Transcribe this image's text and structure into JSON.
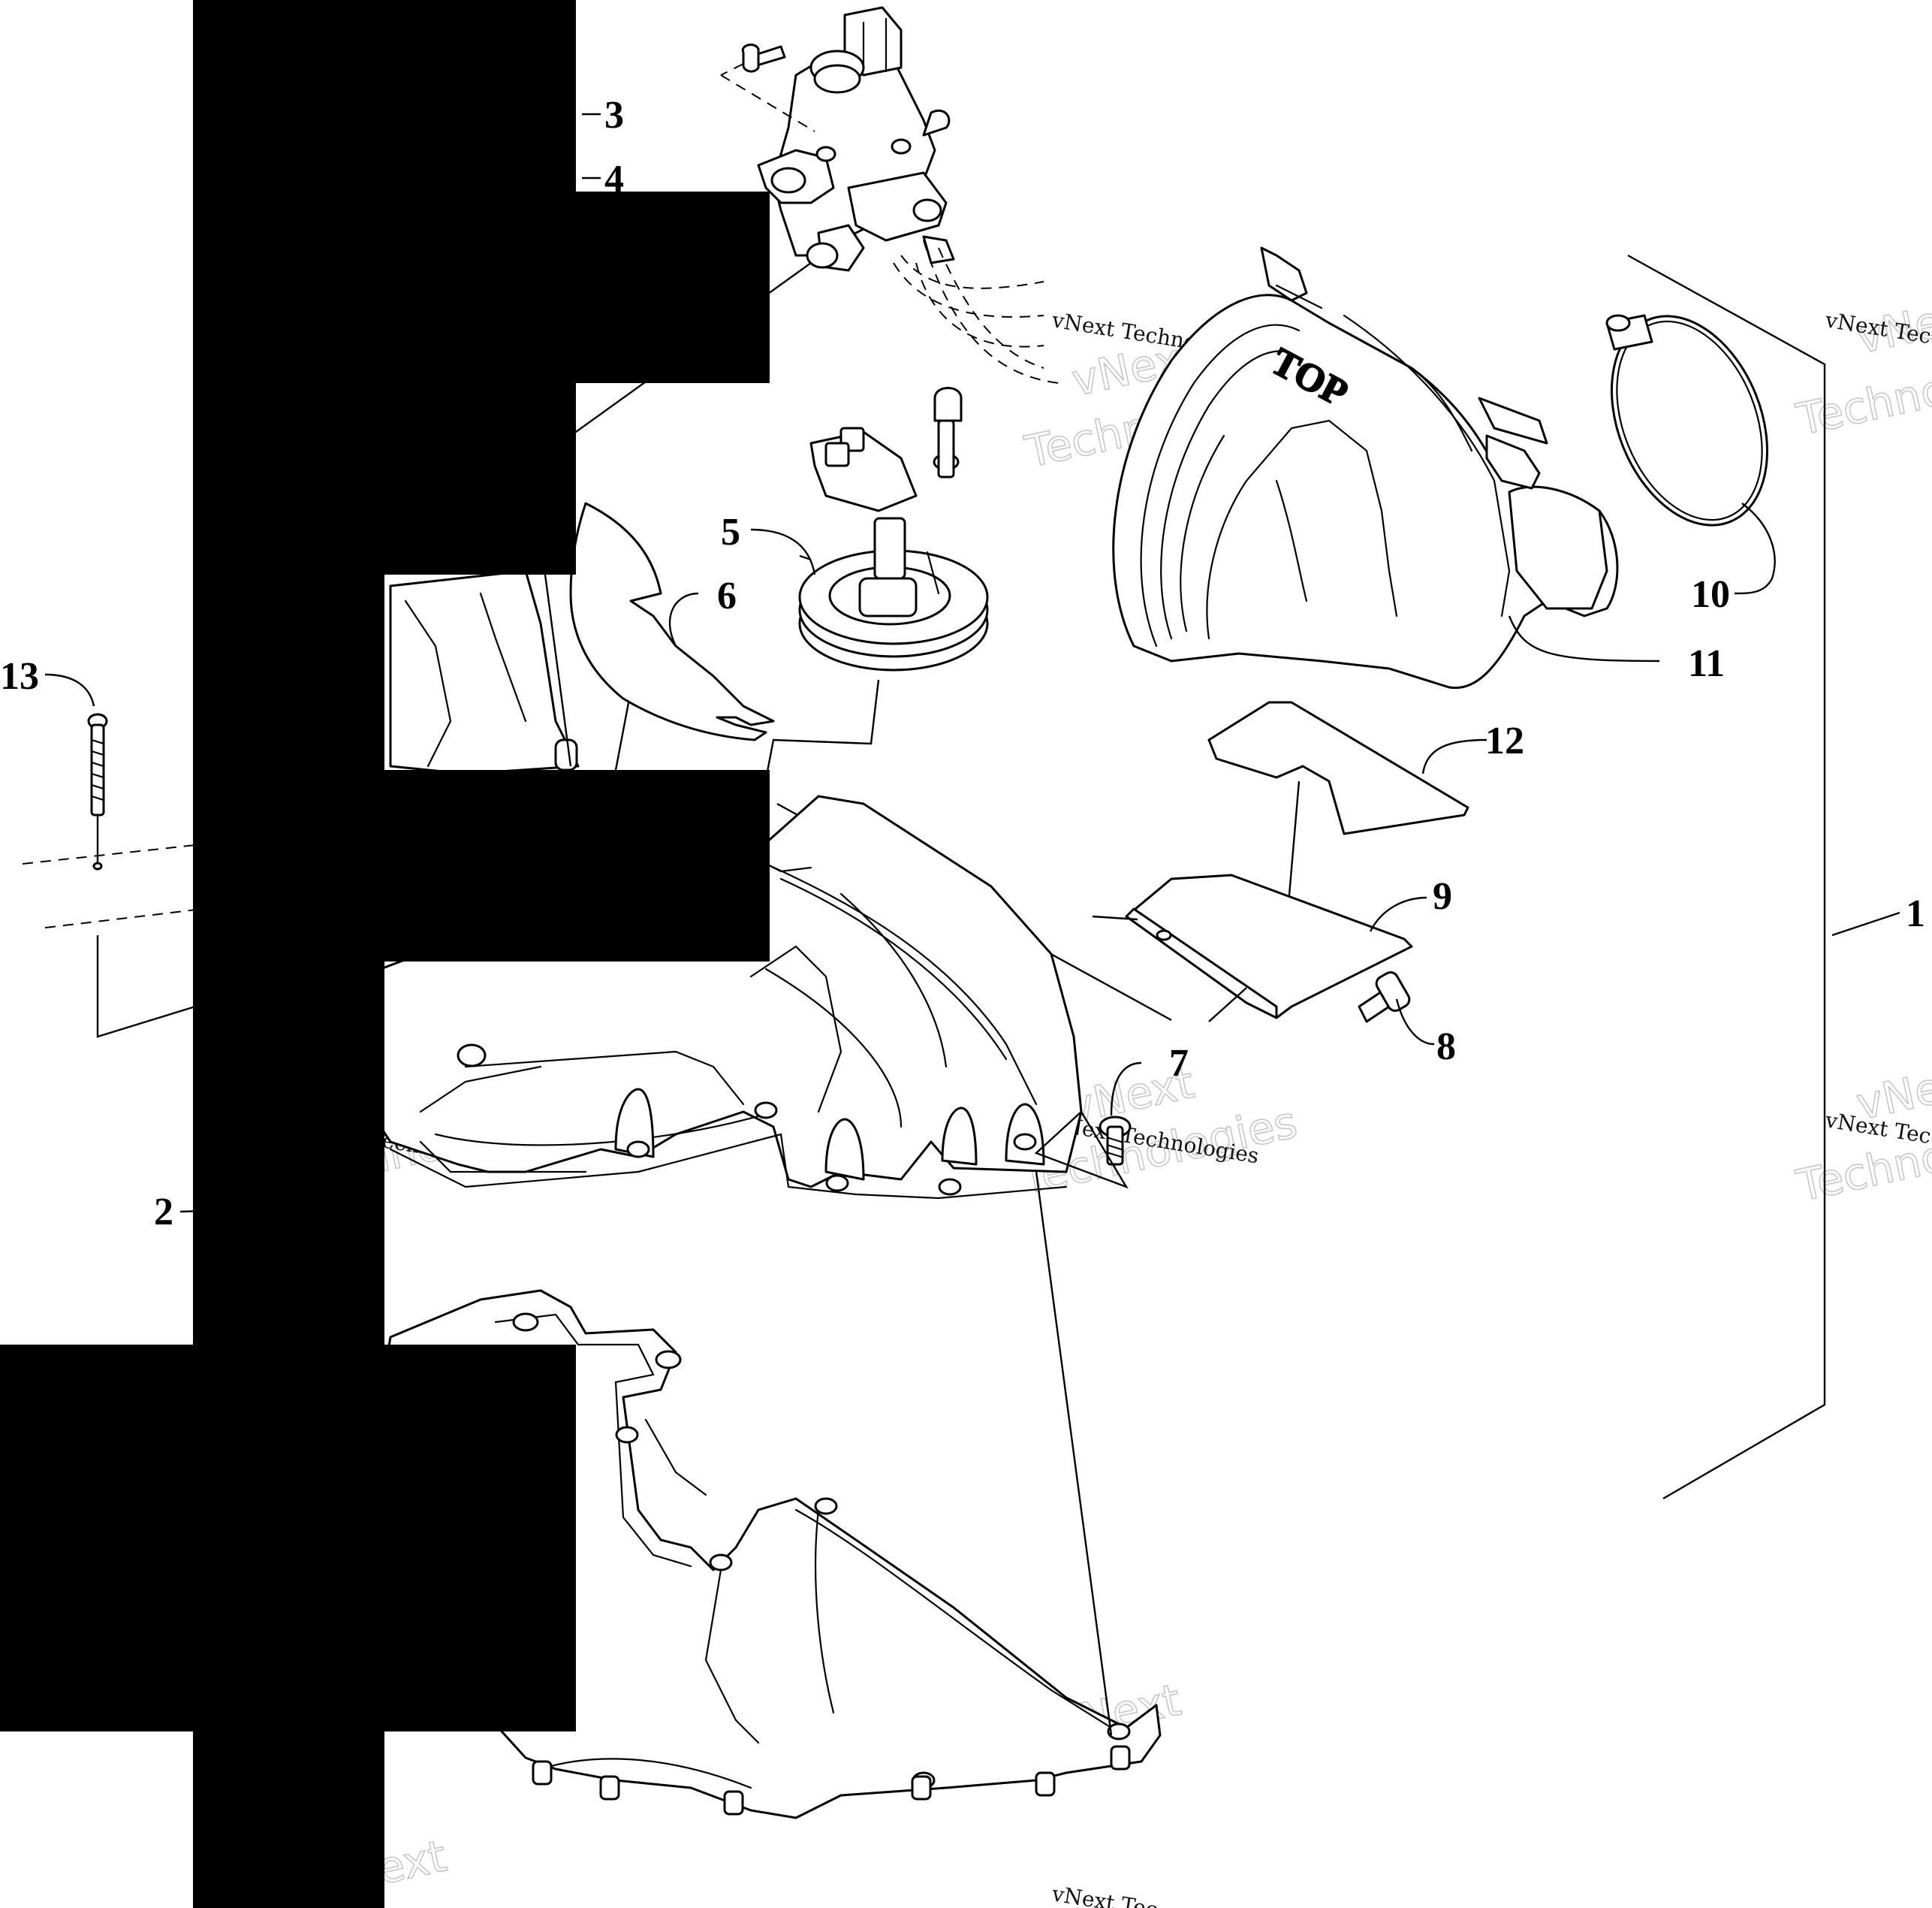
{
  "diagram": {
    "callouts": [
      "1",
      "2",
      "3",
      "4",
      "5",
      "6",
      "7",
      "8",
      "9",
      "10",
      "11",
      "12",
      "13"
    ],
    "embossed_text": "TOP",
    "watermark": {
      "brand_outline_line1": "vNext",
      "brand_outline_line2": "Technologies",
      "caption": "vNext Technologies",
      "caption_truncated": "vNext Tec"
    },
    "colors": {
      "ink": "#000000",
      "paper": "#ffffff",
      "watermark": "#c8c8c8"
    }
  }
}
